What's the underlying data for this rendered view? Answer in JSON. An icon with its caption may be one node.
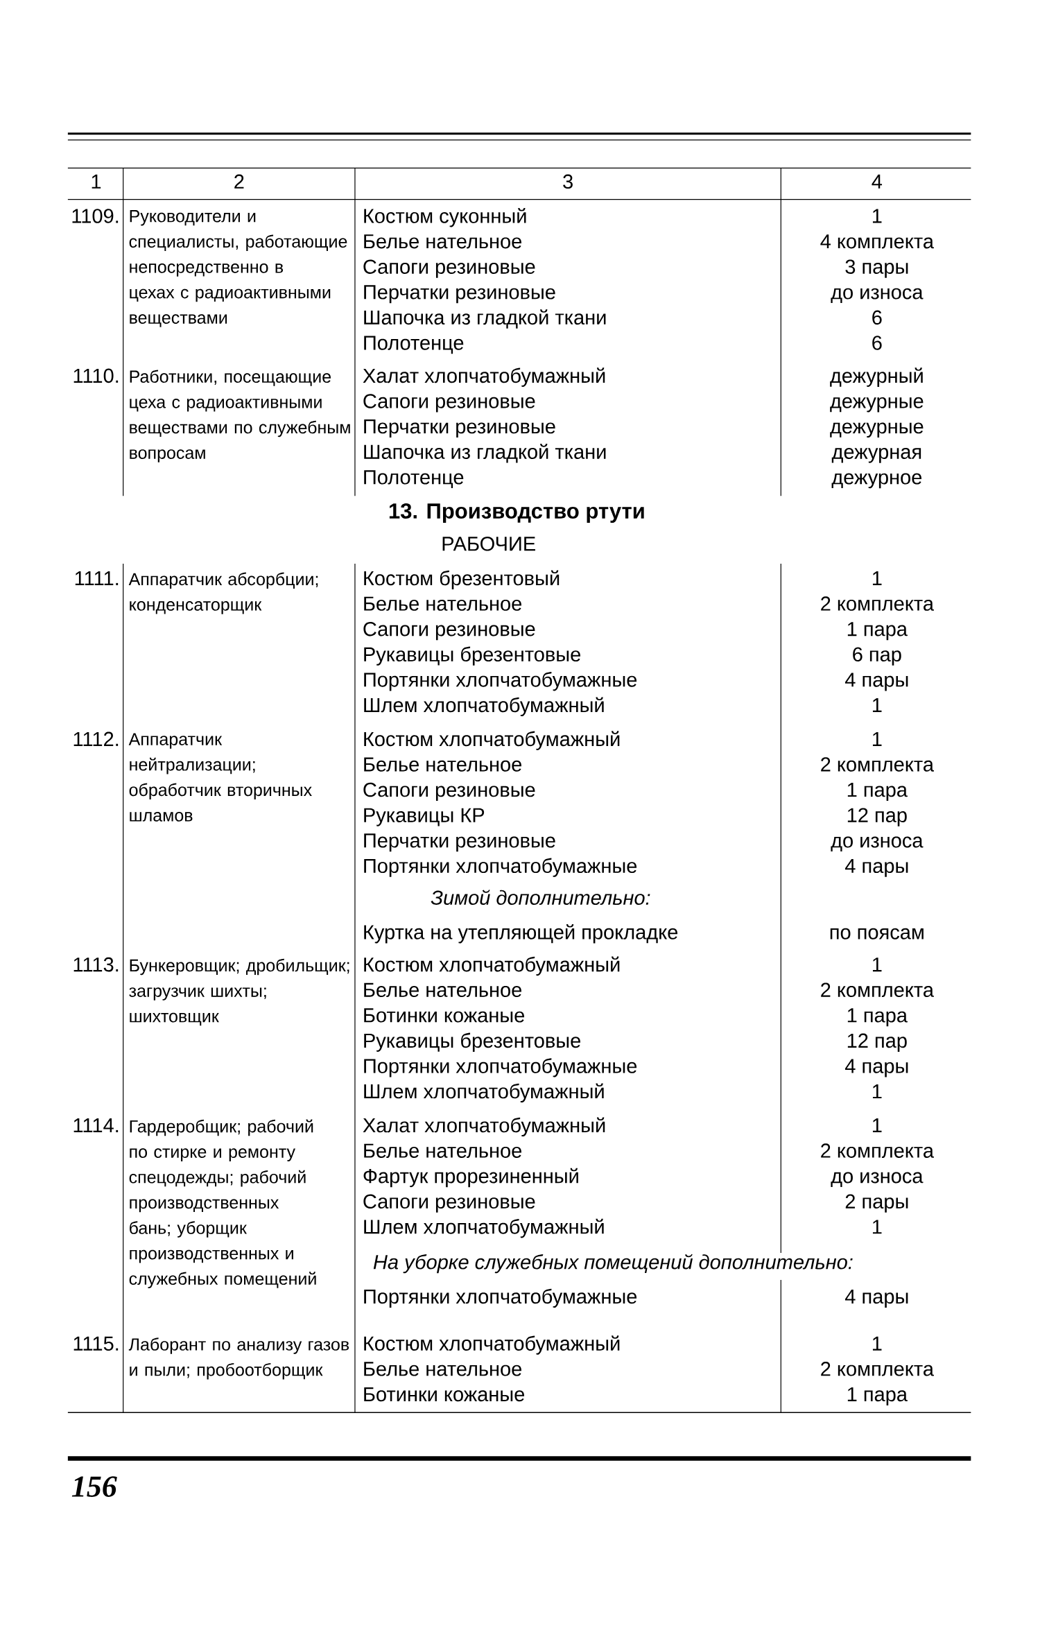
{
  "diagram": {
    "labels": [
      "1",
      "2",
      "3",
      "4",
      "1109.",
      "Руководители и специалисты, работающие непосредственно в цехах с радиоактивными веществами",
      "Костюм суконный",
      "1",
      "Белье нательное",
      "4 комплекта",
      "Сапоги резиновые",
      "3 пары",
      "Перчатки резиновые",
      "до износа",
      "Шапочка из гладкой ткани",
      "6",
      "Полотенце",
      "6",
      "1110.",
      "Работники, посещающие цеха с радиоактивными веществами по служебным вопросам",
      "Халат хлопчатобумажный",
      "дежурный",
      "Сапоги резиновые",
      "дежурные",
      "Перчатки резиновые",
      "дежурные",
      "Шапочка из гладкой ткани",
      "дежурная",
      "Полотенце",
      "дежурное",
      "13. Производство ртути",
      "РАБОЧИЕ",
      "1111.",
      "Аппаратчик абсорбции; конденсаторщик",
      "Костюм брезентовый",
      "1",
      "Белье нательное",
      "2 комплекта",
      "Сапоги резиновые",
      "1 пара",
      "Рукавицы брезентовые",
      "6 пар",
      "Портянки хлопчатобумажные",
      "4 пары",
      "Шлем хлопчатобумажный",
      "1",
      "1112.",
      "Аппаратчик нейтрализации; обработчик вторичных шламов",
      "Костюм хлопчатобумажный",
      "1",
      "Белье нательное",
      "2 комплекта",
      "Сапоги резиновые",
      "1 пара",
      "Рукавицы КР",
      "12 пар",
      "Перчатки резиновые",
      "до износа",
      "Портянки хлопчатобумажные",
      "4 пары",
      "Зимой дополнительно:",
      "Куртка на утепляющей прокладке",
      "по поясам",
      "1113.",
      "Бункеровщик; дробильщик; загрузчик шихты; шихтовщик",
      "Костюм хлопчатобумажный",
      "1",
      "Белье нательное",
      "2 комплекта",
      "Ботинки кожаные",
      "1 пара",
      "Рукавицы брезентовые",
      "12 пар",
      "Портянки хлопчатобумажные",
      "4 пары",
      "Шлем хлопчатобумажный",
      "1",
      "1114.",
      "Гардеробщик; рабочий по стирке и ремонту спецодежды; рабочий производственных бань; уборщик производственных и служебных помещений",
      "Халат хлопчатобумажный",
      "1",
      "Белье нательное",
      "2 комплекта",
      "Фартук прорезиненный",
      "до износа",
      "Сапоги резиновые",
      "2 пары",
      "Шлем хлопчатобумажный",
      "1",
      "На уборке служебных помещений дополнительно:",
      "Портянки хлопчатобумажные",
      "4 пары",
      "1115.",
      "Лаборант по анализу газов и пыли; пробоотборщик",
      "Костюм хлопчатобумажный",
      "1",
      "Белье нательное",
      "2 комплекта",
      "Ботинки кожаные",
      "1 пара",
      "156"
    ]
  }
}
